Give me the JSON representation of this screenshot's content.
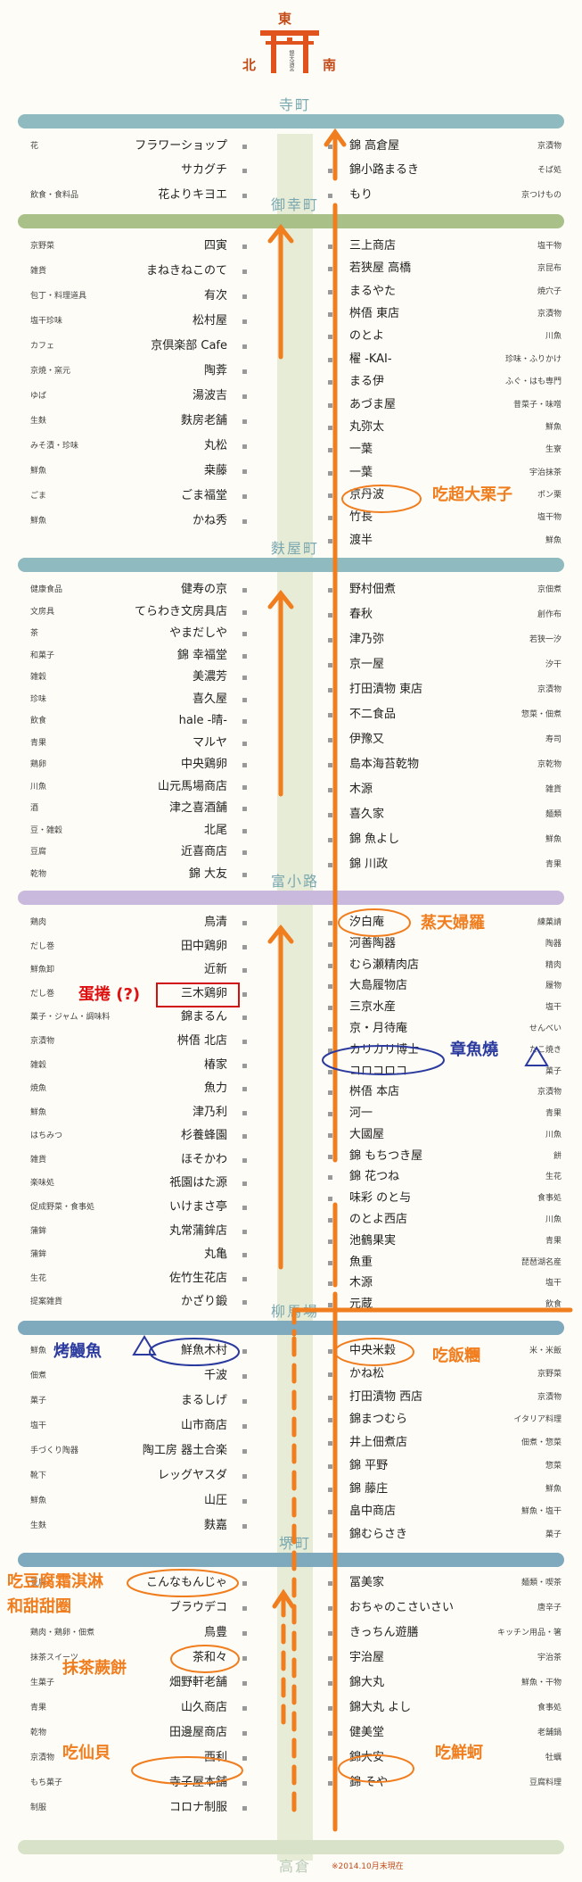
{
  "colors": {
    "teal_band": "#8fbac0",
    "green_band": "#a9c088",
    "lavender_band": "#c9b9dc",
    "blue_band": "#7fa9bd",
    "torii": "#e0531c",
    "annotation_orange": "#f07d1e",
    "annotation_blue": "#2b3a9e",
    "annotation_red": "#d11111"
  },
  "header": {
    "north": "北",
    "south": "南",
    "east": "東",
    "torii_caption": "錦天満宮",
    "torii_icon": "torii-gate-icon"
  },
  "streets": [
    "寺町",
    "御幸町",
    "麩屋町",
    "富小路",
    "柳馬場",
    "堺町",
    "高倉"
  ],
  "sections": [
    {
      "left": [
        {
          "cat": "花",
          "name": "フラワーショップ"
        },
        {
          "cat": "",
          "name": "サカグチ"
        },
        {
          "cat": "飲食・食料品",
          "name": "花よりキヨエ"
        }
      ],
      "right": [
        {
          "name": "錦 高倉屋",
          "cat": "京漬物"
        },
        {
          "name": "錦小路まるき",
          "cat": "そば処"
        },
        {
          "name": "もり",
          "cat": "京つけもの"
        }
      ]
    },
    {
      "left": [
        {
          "cat": "京野菜",
          "name": "四寅"
        },
        {
          "cat": "雑貨",
          "name": "まねきねこのて"
        },
        {
          "cat": "包丁・料理道具",
          "name": "有次"
        },
        {
          "cat": "塩干珍味",
          "name": "松村屋"
        },
        {
          "cat": "カフェ",
          "name": "京倶楽部 Cafe"
        },
        {
          "cat": "京焼・窯元",
          "name": "陶葊"
        },
        {
          "cat": "ゆば",
          "name": "湯波吉"
        },
        {
          "cat": "生麩",
          "name": "麩房老舗"
        },
        {
          "cat": "みそ漬・珍味",
          "name": "丸松"
        },
        {
          "cat": "鮮魚",
          "name": "桒藤"
        },
        {
          "cat": "ごま",
          "name": "ごま福堂"
        },
        {
          "cat": "鮮魚",
          "name": "かね秀"
        }
      ],
      "right": [
        {
          "name": "三上商店",
          "cat": "塩干物"
        },
        {
          "name": "若狭屋 高橋",
          "cat": "京昆布"
        },
        {
          "name": "まるやた",
          "cat": "焼穴子"
        },
        {
          "name": "桝俉 東店",
          "cat": "京漬物"
        },
        {
          "name": "のとよ",
          "cat": "川魚"
        },
        {
          "name": "櫂 -KAI-",
          "cat": "珍味・ふりかけ"
        },
        {
          "name": "まる伊",
          "cat": "ふぐ・はも専門"
        },
        {
          "name": "あづま屋",
          "cat": "昔菜子・味噌"
        },
        {
          "name": "丸弥太",
          "cat": "鮮魚"
        },
        {
          "name": "一葉",
          "cat": "生寮"
        },
        {
          "name": "一葉",
          "cat": "宇治抹茶"
        },
        {
          "name": "京丹波",
          "cat": "ポン栗"
        },
        {
          "name": "竹長",
          "cat": "塩干物"
        },
        {
          "name": "渡半",
          "cat": "鮮魚"
        }
      ]
    },
    {
      "left": [
        {
          "cat": "健康食品",
          "name": "健寿の京"
        },
        {
          "cat": "文房具",
          "name": "てらわき文房具店"
        },
        {
          "cat": "茶",
          "name": "やまだしや"
        },
        {
          "cat": "和菓子",
          "name": "錦 幸福堂"
        },
        {
          "cat": "雑穀",
          "name": "美濃芳"
        },
        {
          "cat": "珍味",
          "name": "喜久屋"
        },
        {
          "cat": "飲食",
          "name": "hale -晴-"
        },
        {
          "cat": "青果",
          "name": "マルヤ"
        },
        {
          "cat": "鶏卵",
          "name": "中央鶏卵"
        },
        {
          "cat": "川魚",
          "name": "山元馬場商店"
        },
        {
          "cat": "酒",
          "name": "津之喜酒舗"
        },
        {
          "cat": "豆・雑穀",
          "name": "北尾"
        },
        {
          "cat": "豆腐",
          "name": "近喜商店"
        },
        {
          "cat": "乾物",
          "name": "錦 大友"
        }
      ],
      "right": [
        {
          "name": "野村佃煮",
          "cat": "京佃煮"
        },
        {
          "name": "春秋",
          "cat": "創作布"
        },
        {
          "name": "津乃弥",
          "cat": "若狭一汐"
        },
        {
          "name": "京一屋",
          "cat": "汐干"
        },
        {
          "name": "打田漬物 東店",
          "cat": "京漬物"
        },
        {
          "name": "不二食品",
          "cat": "惣菜・佃煮"
        },
        {
          "name": "伊豫又",
          "cat": "寿司"
        },
        {
          "name": "島本海苔乾物",
          "cat": "京乾物"
        },
        {
          "name": "木源",
          "cat": "雑貨"
        },
        {
          "name": "喜久家",
          "cat": "麺類"
        },
        {
          "name": "錦 魚よし",
          "cat": "鮮魚"
        },
        {
          "name": "錦 川政",
          "cat": "青果"
        }
      ]
    },
    {
      "left": [
        {
          "cat": "鶏肉",
          "name": "鳥清"
        },
        {
          "cat": "だし巻",
          "name": "田中鶏卵"
        },
        {
          "cat": "鮮魚卸",
          "name": "近新"
        },
        {
          "cat": "だし巻",
          "name": "三木鶏卵"
        },
        {
          "cat": "菓子・ジャム・調味料",
          "name": "錦まるん"
        },
        {
          "cat": "京漬物",
          "name": "桝俉 北店"
        },
        {
          "cat": "雑穀",
          "name": "椿家"
        },
        {
          "cat": "焼魚",
          "name": "魚力"
        },
        {
          "cat": "鮮魚",
          "name": "津乃利"
        },
        {
          "cat": "はちみつ",
          "name": "杉養蜂園"
        },
        {
          "cat": "雑貨",
          "name": "ほそかわ"
        },
        {
          "cat": "楽味処",
          "name": "祇園はた源"
        },
        {
          "cat": "促成野菜・食事処",
          "name": "いけまさ亭"
        },
        {
          "cat": "蒲鉾",
          "name": "丸常蒲鉾店"
        },
        {
          "cat": "蒲鉾",
          "name": "丸亀"
        },
        {
          "cat": "生花",
          "name": "佐竹生花店"
        },
        {
          "cat": "提案雑貨",
          "name": "かざり鍛"
        }
      ],
      "right": [
        {
          "name": "汐白庵",
          "cat": "練菓請"
        },
        {
          "name": "河善陶器",
          "cat": "陶器"
        },
        {
          "name": "むら瀬精肉店",
          "cat": "精肉"
        },
        {
          "name": "大島履物店",
          "cat": "履物"
        },
        {
          "name": "三京水産",
          "cat": "塩干"
        },
        {
          "name": "京・月待庵",
          "cat": "せんべい"
        },
        {
          "name": "カリカリ博士",
          "cat": "たこ焼き"
        },
        {
          "name": "コロコロコ",
          "cat": "菓子"
        },
        {
          "name": "桝俉 本店",
          "cat": "京漬物"
        },
        {
          "name": "河一",
          "cat": "青果"
        },
        {
          "name": "大國屋",
          "cat": "川魚"
        },
        {
          "name": "錦 もちつき屋",
          "cat": "餅"
        },
        {
          "name": "錦 花つね",
          "cat": "生花"
        },
        {
          "name": "味彩 のと与",
          "cat": "食事処"
        },
        {
          "name": "のとよ西店",
          "cat": "川魚"
        },
        {
          "name": "池鶴果実",
          "cat": "青果"
        },
        {
          "name": "魚重",
          "cat": "琵琶湖名産"
        },
        {
          "name": "木源",
          "cat": "塩干"
        },
        {
          "name": "元蔵",
          "cat": "飲食"
        }
      ]
    },
    {
      "left": [
        {
          "cat": "鮮魚",
          "name": "鮮魚木村"
        },
        {
          "cat": "佃煮",
          "name": "千波"
        },
        {
          "cat": "菓子",
          "name": "まるしげ"
        },
        {
          "cat": "塩干",
          "name": "山市商店"
        },
        {
          "cat": "手づくり陶器",
          "name": "陶工房 器土合楽"
        },
        {
          "cat": "靴下",
          "name": "レッグヤスダ"
        },
        {
          "cat": "鮮魚",
          "name": "山圧"
        },
        {
          "cat": "生麩",
          "name": "麩嘉"
        }
      ],
      "right": [
        {
          "name": "中央米穀",
          "cat": "米・米飯"
        },
        {
          "name": "かね松",
          "cat": "京野菜"
        },
        {
          "name": "打田漬物 西店",
          "cat": "京漬物"
        },
        {
          "name": "錦まつむら",
          "cat": "イタリア料理"
        },
        {
          "name": "井上佃煮店",
          "cat": "佃煮・惣菜"
        },
        {
          "name": "錦 平野",
          "cat": "惣菜"
        },
        {
          "name": "錦 藤庄",
          "cat": "鮮魚"
        },
        {
          "name": "畠中商店",
          "cat": "鮮魚・塩干"
        },
        {
          "name": "錦むらさき",
          "cat": "菓子"
        }
      ]
    },
    {
      "left": [
        {
          "cat": "豆腐",
          "name": "こんなもんじゃ"
        },
        {
          "cat": "",
          "name": "ブラウデコ"
        },
        {
          "cat": "鶏肉・鶏卵・佃煮",
          "name": "鳥豊"
        },
        {
          "cat": "抹茶スイーツ",
          "name": "茶和々"
        },
        {
          "cat": "生菓子",
          "name": "畑野軒老舗"
        },
        {
          "cat": "青果",
          "name": "山久商店"
        },
        {
          "cat": "乾物",
          "name": "田邊屋商店"
        },
        {
          "cat": "京漬物",
          "name": "西利"
        },
        {
          "cat": "もち菓子",
          "name": "寺子屋本舗"
        },
        {
          "cat": "制服",
          "name": "コロナ制服"
        }
      ],
      "right": [
        {
          "name": "冨美家",
          "cat": "麺類・喫茶"
        },
        {
          "name": "おちゃのこさいさい",
          "cat": "唐辛子"
        },
        {
          "name": "きっちん遊膳",
          "cat": "キッチン用品・箸"
        },
        {
          "name": "宇治屋",
          "cat": "宇治茶"
        },
        {
          "name": "錦大丸",
          "cat": "鮮魚・干物"
        },
        {
          "name": "錦大丸 よし",
          "cat": "食事処"
        },
        {
          "name": "健美堂",
          "cat": "老舗鍋"
        },
        {
          "name": "錦大安",
          "cat": "牡蠣"
        },
        {
          "name": "錦 そや",
          "cat": "豆腐料理"
        }
      ]
    }
  ],
  "annotations": [
    {
      "text": "吃超大栗子",
      "color": "orange"
    },
    {
      "text": "蛋捲 (?)",
      "color": "red"
    },
    {
      "text": "蒸天婦羅",
      "color": "orange"
    },
    {
      "text": "章魚燒",
      "color": "blue"
    },
    {
      "text": "烤鰻魚",
      "color": "blue"
    },
    {
      "text": "吃飯糰",
      "color": "orange"
    },
    {
      "text": "吃豆腐霜淇淋",
      "color": "orange"
    },
    {
      "text": "和甜甜圈",
      "color": "orange"
    },
    {
      "text": "抹茶蕨餅",
      "color": "orange"
    },
    {
      "text": "吃仙貝",
      "color": "orange"
    },
    {
      "text": "吃鮮蚵",
      "color": "orange"
    }
  ],
  "footer": {
    "note": "※2014.10月末現在"
  }
}
